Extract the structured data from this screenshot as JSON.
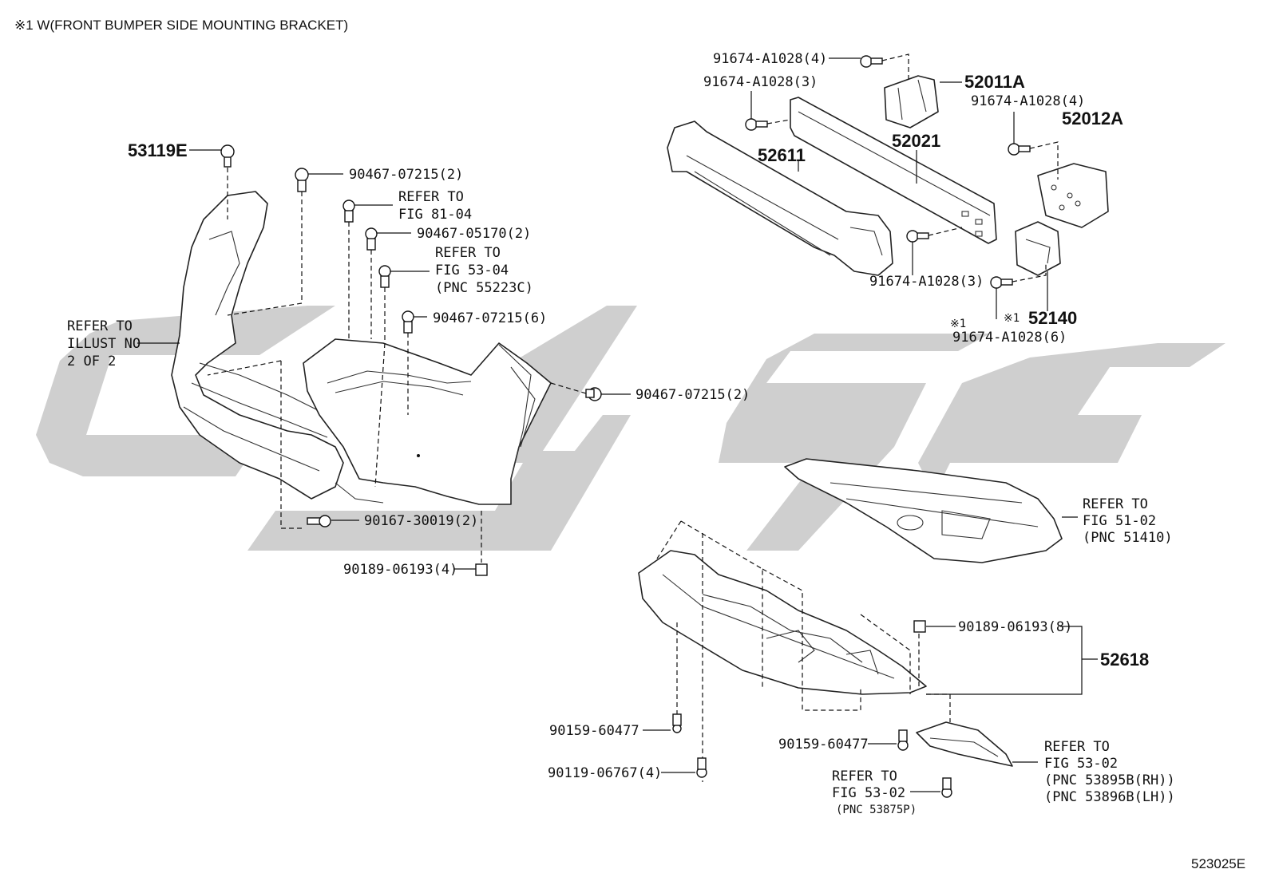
{
  "header": {
    "note": "※1 W(FRONT BUMPER SIDE MOUNTING BRACKET)"
  },
  "footer": {
    "code": "523025E"
  },
  "colors": {
    "watermark": "#cfcfcf",
    "line": "#111111",
    "background": "#ffffff"
  },
  "labels": {
    "p53119E": "53119E",
    "p90467_07215_2a": "90467-07215(2)",
    "refer_fig81_1": "REFER TO",
    "refer_fig81_2": "FIG 81-04",
    "p90467_05170": "90467-05170(2)",
    "refer_fig53_04_1": "REFER TO",
    "refer_fig53_04_2": "FIG 53-04",
    "refer_fig53_04_3": "(PNC 55223C)",
    "refer_illust_1": "REFER TO",
    "refer_illust_2": "ILLUST NO",
    "refer_illust_3": "2 OF 2",
    "p90467_07215_6": "90467-07215(6)",
    "p90467_07215_2b": "90467-07215(2)",
    "p90167_30019": "90167-30019(2)",
    "p90189_06193_4": "90189-06193(4)",
    "p91674_4a": "91674-A1028(4)",
    "p91674_3a": "91674-A1028(3)",
    "p52011A": "52011A",
    "p91674_4b": "91674-A1028(4)",
    "p52012A": "52012A",
    "p52021": "52021",
    "p52611": "52611",
    "p91674_3b": "91674-A1028(3)",
    "mark1a": "※1",
    "mark1b": "※1",
    "p52140": "52140",
    "p91674_6": "91674-A1028(6)",
    "refer_fig51_1": "REFER TO",
    "refer_fig51_2": "FIG 51-02",
    "refer_fig51_3": "(PNC 51410)",
    "p90189_06193_8": "90189-06193(8)",
    "p52618": "52618",
    "p90159_60477a": "90159-60477",
    "p90119_06767": "90119-06767(4)",
    "p90159_60477b": "90159-60477",
    "refer_fig53_02a_1": "REFER TO",
    "refer_fig53_02a_2": "FIG 53-02",
    "refer_fig53_02a_3": "(PNC 53875P)",
    "refer_fig53_02b_1": "REFER TO",
    "refer_fig53_02b_2": "FIG 53-02",
    "refer_fig53_02b_3": "(PNC 53895B(RH))",
    "refer_fig53_02b_4": "(PNC 53896B(LH))"
  }
}
